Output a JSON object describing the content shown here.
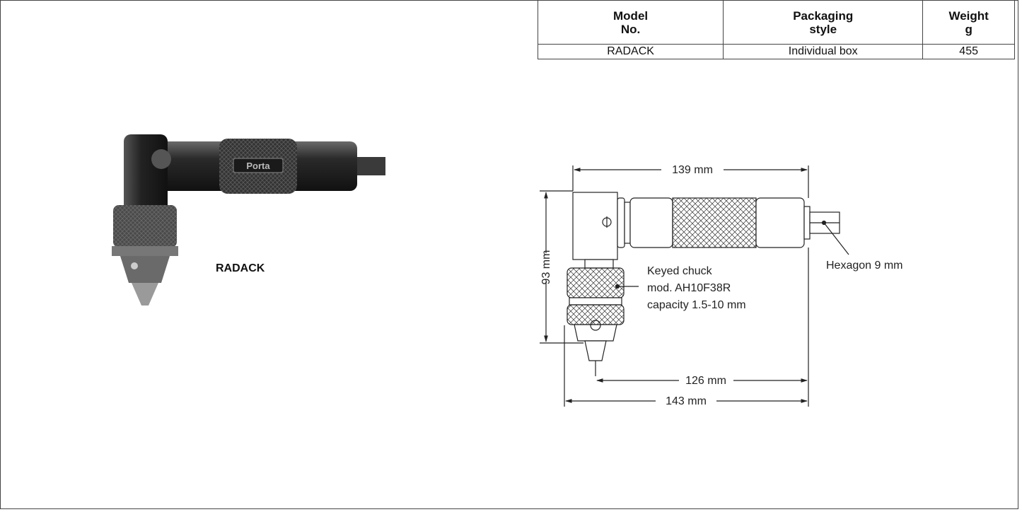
{
  "spec_table": {
    "headers": [
      {
        "line1": "Model",
        "line2": "No."
      },
      {
        "line1": "Packaging",
        "line2": "style"
      },
      {
        "line1": "Weight",
        "line2": "g"
      }
    ],
    "rows": [
      {
        "model": "RADACK",
        "packaging": "Individual box",
        "weight": "455"
      }
    ]
  },
  "product": {
    "model_label": "RADACK",
    "brand_on_grip": "Porta"
  },
  "drawing": {
    "dim_top": "139 mm",
    "dim_height": "93 mm",
    "dim_bottom_inner": "126 mm",
    "dim_bottom_outer": "143 mm",
    "hex_label": "Hexagon 9 mm",
    "chuck_line1": "Keyed chuck",
    "chuck_line2": "mod. AH10F38R",
    "chuck_line3": "capacity 1.5-10 mm"
  },
  "colors": {
    "tool_dark": "#2b2b2b",
    "tool_mid": "#5a5a5a",
    "line": "#222222"
  }
}
